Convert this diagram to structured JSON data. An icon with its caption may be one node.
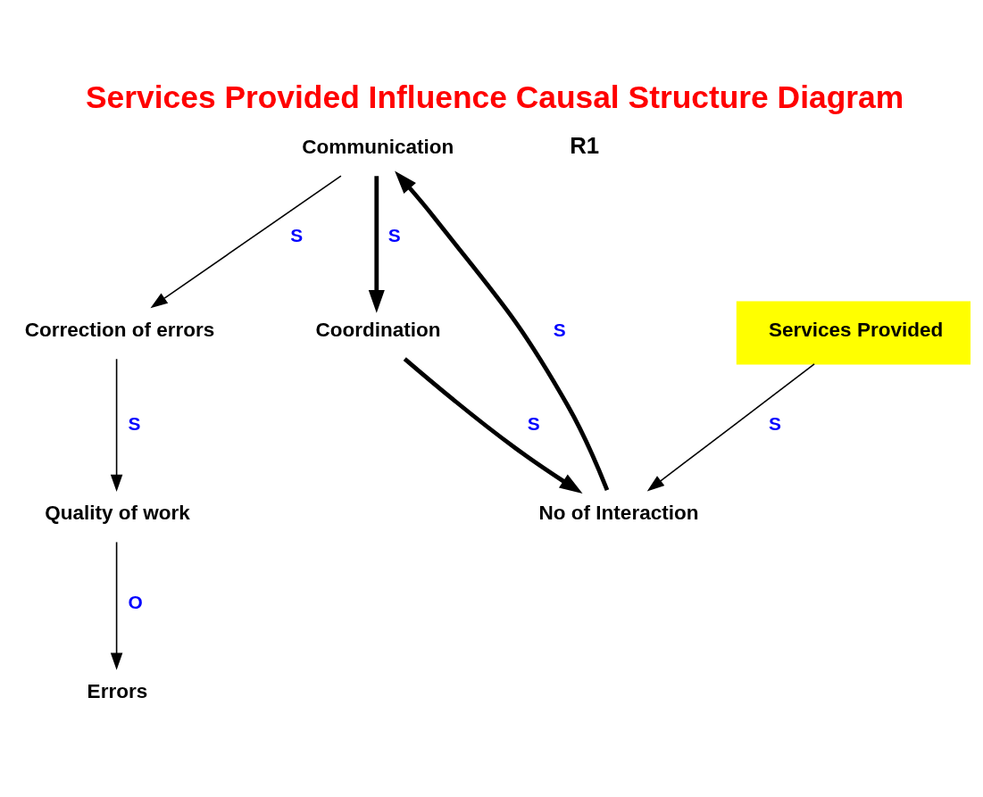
{
  "diagram": {
    "title": "Services Provided Influence Causal Structure Diagram",
    "nodes": [
      {
        "text": [
          "Errors"
        ]
      },
      {
        "text": [
          "Correction of errors"
        ]
      },
      {
        "text": [
          "Quality of work"
        ]
      },
      {
        "text": [
          "Communication"
        ]
      },
      {
        "text": [
          "Coordination"
        ]
      },
      {
        "text": [
          "No of Interaction"
        ]
      },
      {
        "text": [
          "Services Provided"
        ]
      }
    ],
    "edges": [
      {
        "from": 2,
        "to": 0,
        "arrow": "to",
        "label": "O"
      },
      {
        "from": 1,
        "to": 2,
        "arrow": "to",
        "label": "S"
      },
      {
        "from": 3,
        "to": 1,
        "arrow": "to",
        "label": "S"
      },
      {
        "from": 3,
        "to": 4,
        "arrow": "to",
        "label": "S",
        "style": "thick"
      },
      {
        "from": 4,
        "to": 5,
        "arrow": "to",
        "label": "S",
        "style": "thick"
      },
      {
        "from": 5,
        "to": 3,
        "arrow": "to",
        "label": "S",
        "style": "thick"
      },
      {
        "from": 6,
        "to": 5,
        "arrow": "to",
        "label": "S"
      }
    ],
    "labels": [
      "R1"
    ]
  }
}
